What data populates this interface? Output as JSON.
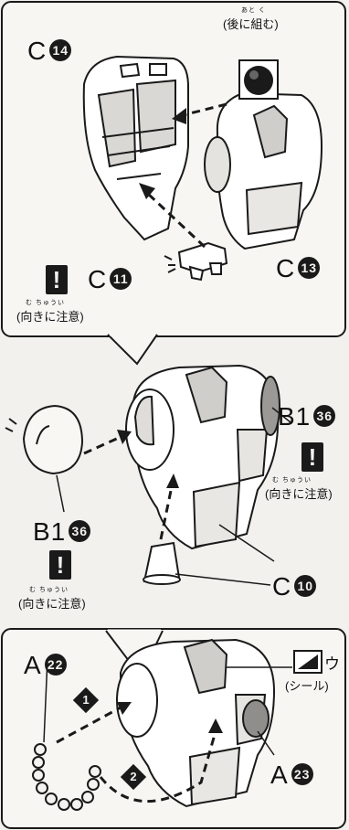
{
  "step1": {
    "later_ruby": "あと く",
    "later_note": "(後に組む)",
    "part_c14": {
      "letter": "C",
      "number": "14"
    },
    "part_c13": {
      "letter": "C",
      "number": "13"
    },
    "part_c11": {
      "letter": "C",
      "number": "11"
    },
    "warn_mark": "!",
    "caution_ruby": "む ちゅうい",
    "caution_note": "(向きに注意)"
  },
  "step2": {
    "part_b136_right": {
      "letter": "B1",
      "number": "36"
    },
    "part_b136_left": {
      "letter": "B1",
      "number": "36"
    },
    "part_c10": {
      "letter": "C",
      "number": "10"
    },
    "warn_mark": "!",
    "caution_ruby": "む ちゅうい",
    "caution_note": "(向きに注意)"
  },
  "step3": {
    "part_a22": {
      "letter": "A",
      "number": "22"
    },
    "part_a23": {
      "letter": "A",
      "number": "23"
    },
    "sticker_letter": "ウ",
    "sticker_note": "(シール)",
    "order_1": "1",
    "order_2": "2"
  },
  "colors": {
    "ink": "#1a1a1a",
    "paper": "#f2f1ee",
    "panel": "#f7f6f3"
  },
  "icons": [
    "warning-icon",
    "sticker-icon",
    "assembly-arrow-icon",
    "order-badge-icon"
  ]
}
